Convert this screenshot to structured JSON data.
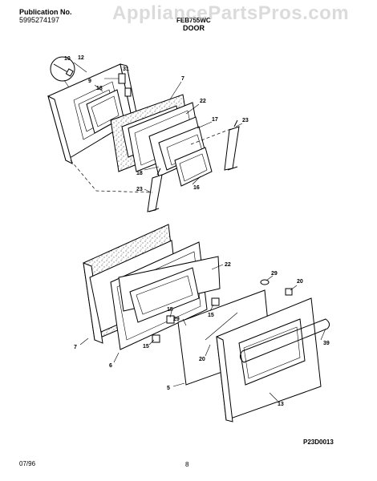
{
  "header": {
    "publication_label": "Publication No.",
    "publication_number": "5995274197",
    "model": "FEB755WC",
    "section": "DOOR"
  },
  "watermark": "AppliancePartsPros.com",
  "footer": {
    "date": "07/96",
    "page": "8",
    "diagram_code": "P23D0013"
  },
  "callouts": {
    "upper": [
      "12",
      "10",
      "9",
      "31",
      "18",
      "7",
      "22",
      "17",
      "23",
      "18",
      "16",
      "23"
    ],
    "lower": [
      "22",
      "29",
      "20",
      "15",
      "15",
      "29",
      "20",
      "15",
      "39",
      "7",
      "6",
      "5",
      "13"
    ]
  }
}
